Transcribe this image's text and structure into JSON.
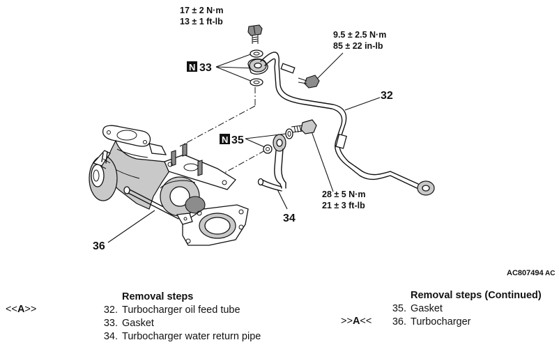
{
  "torque_bolt_33": {
    "metric": "17 ± 2 N·m",
    "imperial": "13 ± 1 ft-lb"
  },
  "torque_bolt_32": {
    "metric": "9.5 ± 2.5 N·m",
    "imperial": "85 ± 22 in-lb"
  },
  "torque_bolt_35": {
    "metric": "28 ± 5 N·m",
    "imperial": "21 ± 3 ft-lb"
  },
  "callouts": {
    "n_mark": "N",
    "part_33": "33",
    "part_32": "32",
    "part_35": "35",
    "part_34": "34",
    "part_36": "36"
  },
  "figure_code": {
    "main": "AC807494",
    "suffix": "AC"
  },
  "removal_steps": {
    "title": "Removal steps",
    "items": [
      {
        "no": "32.",
        "label": "Turbocharger oil feed tube",
        "mark_left": "<<",
        "mark_letter": "A",
        "mark_right": ">>"
      },
      {
        "no": "33.",
        "label": "Gasket"
      },
      {
        "no": "34.",
        "label": "Turbocharger water return pipe"
      }
    ]
  },
  "removal_steps_continued": {
    "title": "Removal steps (Continued)",
    "items": [
      {
        "no": "35.",
        "label": "Gasket"
      },
      {
        "no": "36.",
        "label": "Turbocharger",
        "mark_left": ">>",
        "mark_letter": "A",
        "mark_right": "<<"
      }
    ]
  }
}
